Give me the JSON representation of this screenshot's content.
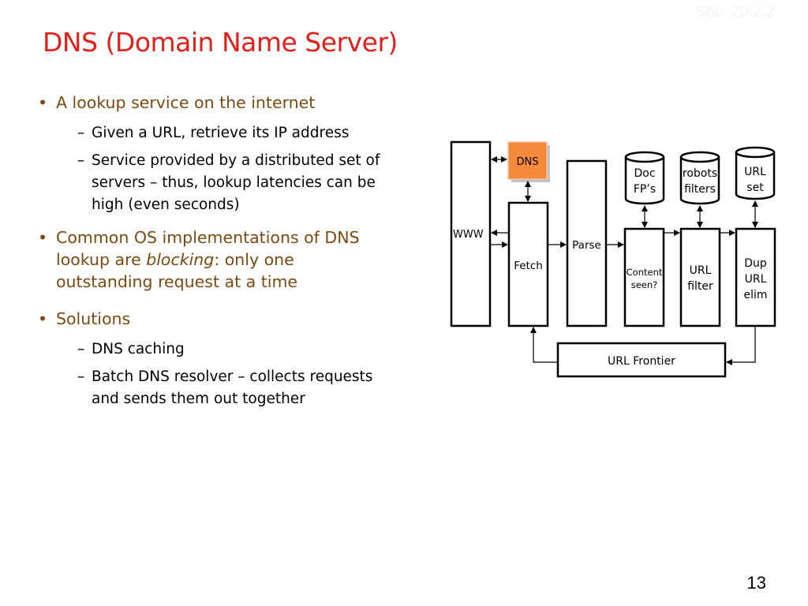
{
  "slide": {
    "section_ref": "Sec. 20.2.2",
    "title": "DNS (Domain Name Server)",
    "page_number": "13"
  },
  "bullets": [
    {
      "text": "A lookup service on the internet",
      "subs": [
        "Given a URL, retrieve its IP address",
        "Service provided by a distributed set of servers – thus, lookup latencies can be high (even seconds)"
      ]
    },
    {
      "text_before": "Common OS implementations of DNS lookup are ",
      "text_emph": "blocking",
      "text_after": ": only one outstanding request at a time"
    },
    {
      "text": "Solutions",
      "subs": [
        "DNS caching",
        "Batch DNS resolver – collects requests and sends them out together"
      ]
    }
  ],
  "diagram": {
    "www": "WWW",
    "dns": "DNS",
    "fetch": "Fetch",
    "parse": "Parse",
    "content_seen": [
      "Content",
      "seen?"
    ],
    "url_filter": [
      "URL",
      "filter"
    ],
    "dup_url_elim": [
      "Dup",
      "URL",
      "elim"
    ],
    "doc_fps": [
      "Doc",
      "FP’s"
    ],
    "robots_filters": [
      "robots",
      "filters"
    ],
    "url_set": [
      "URL",
      "set"
    ],
    "url_frontier": "URL Frontier",
    "colors": {
      "dns_fill": "#f58a3c",
      "line": "#000000"
    }
  }
}
